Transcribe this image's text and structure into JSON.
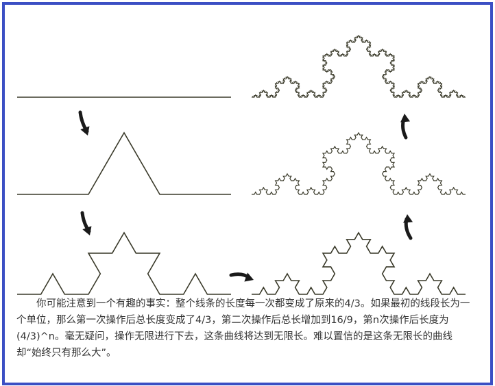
{
  "diagram": {
    "title": "",
    "stages": [
      {
        "order": 0,
        "name": "initial-segment"
      },
      {
        "order": 1,
        "name": "first-iteration"
      },
      {
        "order": 2,
        "name": "second-iteration"
      },
      {
        "order": 3,
        "name": "third-iteration"
      },
      {
        "order": 4,
        "name": "fourth-iteration"
      },
      {
        "order": 5,
        "name": "fifth-iteration"
      }
    ],
    "line_color": "#3a3a2a",
    "arrow_color": "#1a1a1a",
    "frame_color": "#3b4fc4"
  },
  "caption": {
    "text": "你可能注意到一个有趣的事实：整个线条的长度每一次都变成了原来的4/3。如果最初的线段长为一个单位，那么第一次操作后总长度变成了4/3，第二次操作后总长增加到16/9，第n次操作后长度为(4/3)^n。毫无疑问，操作无限进行下去，这条曲线将达到无限长。难以置信的是这条无限长的曲线却“始终只有那么大”。"
  }
}
